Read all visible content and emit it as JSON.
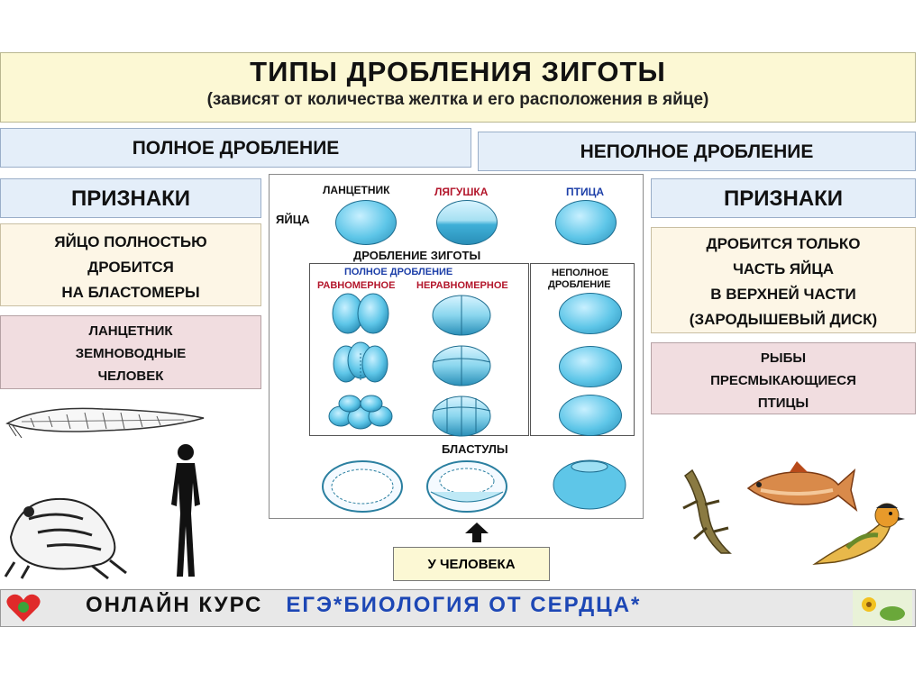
{
  "title": {
    "main": "ТИПЫ ДРОБЛЕНИЯ ЗИГОТЫ",
    "sub": "(зависят от количества желтка и его расположения в яйце)"
  },
  "left": {
    "header": "ПОЛНОЕ ДРОБЛЕНИЕ",
    "signs_label": "ПРИЗНАКИ",
    "signs_lines": [
      "ЯЙЦО ПОЛНОСТЬЮ",
      "ДРОБИТСЯ",
      "НА БЛАСТОМЕРЫ"
    ],
    "examples_lines": [
      "ЛАНЦЕТНИК",
      "ЗЕМНОВОДНЫЕ",
      "ЧЕЛОВЕК"
    ]
  },
  "right": {
    "header": "НЕПОЛНОЕ ДРОБЛЕНИЕ",
    "signs_label": "ПРИЗНАКИ",
    "signs_lines": [
      "ДРОБИТСЯ ТОЛЬКО",
      "ЧАСТЬ ЯЙЦА",
      "В ВЕРХНЕЙ ЧАСТИ",
      "(ЗАРОДЫШЕВЫЙ ДИСК)"
    ],
    "examples_lines": [
      "РЫБЫ",
      "ПРЕСМЫКАЮЩИЕСЯ",
      "ПТИЦЫ"
    ]
  },
  "center": {
    "eggs_label": "ЯЙЦА",
    "col_lancelet": "ЛАНЦЕТНИК",
    "col_frog": "ЛЯГУШКА",
    "col_bird": "ПТИЦА",
    "cleavage_label": "ДРОБЛЕНИЕ ЗИГОТЫ",
    "full_label": "ПОЛНОЕ ДРОБЛЕНИЕ",
    "even_label": "РАВНОМЕРНОЕ",
    "uneven_label": "НЕРАВНОМЕРНОЕ",
    "partial_label_1": "НЕПОЛНОЕ",
    "partial_label_2": "ДРОБЛЕНИЕ",
    "blastula_label": "БЛАСТУЛЫ"
  },
  "human_note": "У ЧЕЛОВЕКА",
  "footer": {
    "part1": "ОНЛАЙН КУРС",
    "part2": "ЕГЭ*БИОЛОГИЯ ОТ СЕРДЦА*"
  },
  "colors": {
    "accent_red": "#b3162b",
    "accent_blue": "#1d3fa8",
    "egg_blue": "#5ec6e8"
  },
  "icons": [
    "lancelet-image",
    "frog-image",
    "human-silhouette",
    "lizard-image",
    "fish-image",
    "bird-image",
    "heart-logo-icon",
    "flower-icon"
  ]
}
